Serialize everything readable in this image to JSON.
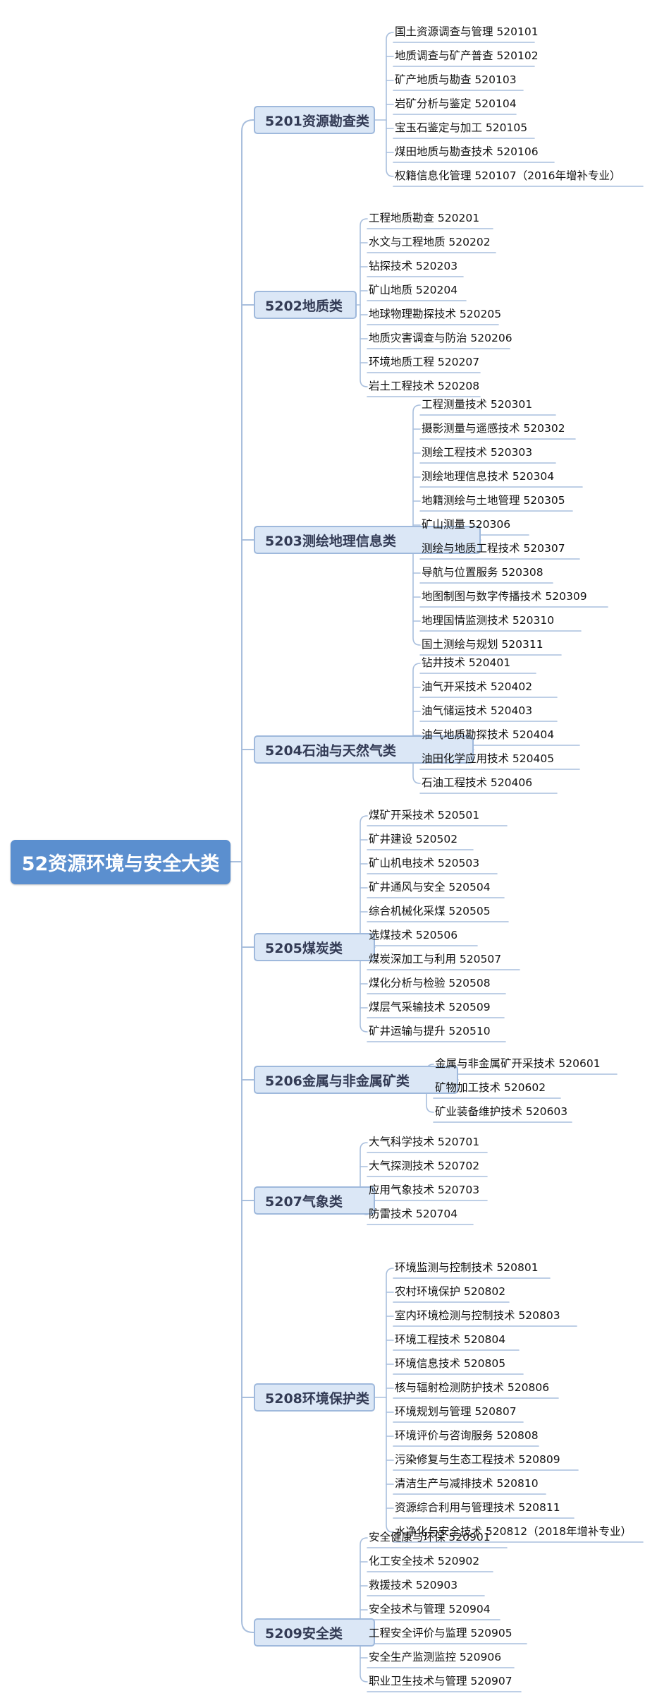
{
  "root": {
    "label": "52资源环境与安全大类"
  },
  "line_color": "#a9bfdd",
  "categories": [
    {
      "label": "5201资源勘查类",
      "items": [
        "国土资源调查与管理 520101",
        "地质调查与矿产普查 520102",
        "矿产地质与勘查 520103",
        "岩矿分析与鉴定 520104",
        "宝玉石鉴定与加工 520105",
        "煤田地质与勘查技术 520106",
        "权籍信息化管理 520107（2016年增补专业）"
      ]
    },
    {
      "label": "5202地质类",
      "items": [
        "工程地质勘查 520201",
        "水文与工程地质 520202",
        "钻探技术 520203",
        "矿山地质 520204",
        "地球物理勘探技术 520205",
        "地质灾害调查与防治 520206",
        "环境地质工程 520207",
        "岩土工程技术 520208"
      ]
    },
    {
      "label": "5203测绘地理信息类",
      "items": [
        "工程测量技术 520301",
        "摄影测量与遥感技术 520302",
        "测绘工程技术 520303",
        "测绘地理信息技术 520304",
        "地籍测绘与土地管理 520305",
        "矿山测量 520306",
        "测绘与地质工程技术 520307",
        "导航与位置服务 520308",
        "地图制图与数字传播技术 520309",
        "地理国情监测技术 520310",
        "国土测绘与规划 520311"
      ]
    },
    {
      "label": "5204石油与天然气类",
      "items": [
        "钻井技术 520401",
        "油气开采技术 520402",
        "油气储运技术 520403",
        "油气地质勘探技术 520404",
        "油田化学应用技术 520405",
        "石油工程技术 520406"
      ]
    },
    {
      "label": "5205煤炭类",
      "items": [
        "煤矿开采技术 520501",
        "矿井建设 520502",
        "矿山机电技术 520503",
        "矿井通风与安全 520504",
        "综合机械化采煤 520505",
        "选煤技术 520506",
        "煤炭深加工与利用 520507",
        "煤化分析与检验 520508",
        "煤层气采输技术 520509",
        "矿井运输与提升 520510"
      ]
    },
    {
      "label": "5206金属与非金属矿类",
      "items": [
        "金属与非金属矿开采技术 520601",
        "矿物加工技术 520602",
        "矿业装备维护技术 520603"
      ]
    },
    {
      "label": "5207气象类",
      "items": [
        "大气科学技术 520701",
        "大气探测技术 520702",
        "应用气象技术 520703",
        "防雷技术 520704"
      ]
    },
    {
      "label": "5208环境保护类",
      "items": [
        "环境监测与控制技术 520801",
        "农村环境保护 520802",
        "室内环境检测与控制技术 520803",
        "环境工程技术 520804",
        "环境信息技术 520805",
        "核与辐射检测防护技术 520806",
        "环境规划与管理 520807",
        "环境评价与咨询服务 520808",
        "污染修复与生态工程技术 520809",
        "清洁生产与减排技术 520810",
        "资源综合利用与管理技术 520811",
        "水净化与安全技术 520812（2018年增补专业）"
      ]
    },
    {
      "label": "5209安全类",
      "items": [
        "安全健康与环保 520901",
        "化工安全技术 520902",
        "救援技术 520903",
        "安全技术与管理 520904",
        "工程安全评价与监理 520905",
        "安全生产监测监控 520906",
        "职业卫生技术与管理 520907"
      ]
    }
  ]
}
